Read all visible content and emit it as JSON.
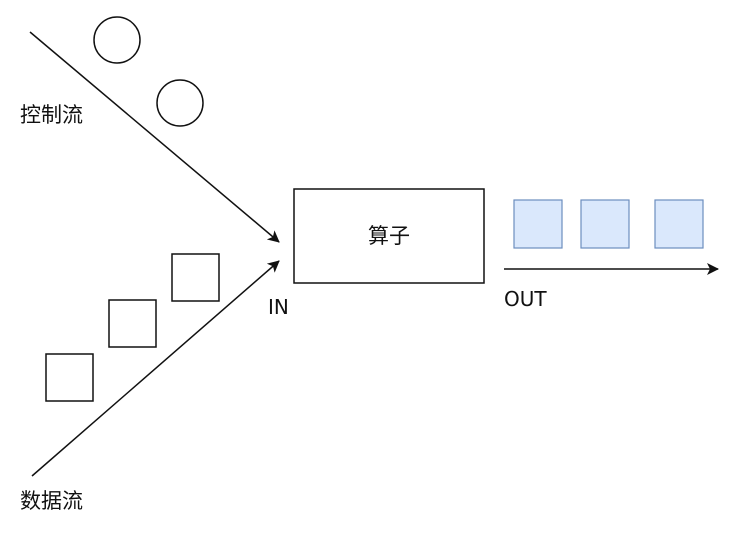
{
  "labels": {
    "control_flow": "控制流",
    "data_flow": "数据流",
    "operator": "算子",
    "in": "IN",
    "out": "OUT"
  },
  "colors": {
    "stroke": "#111111",
    "output_fill": "#dae8fc",
    "output_stroke": "#6c8ebf",
    "background": "#ffffff"
  }
}
